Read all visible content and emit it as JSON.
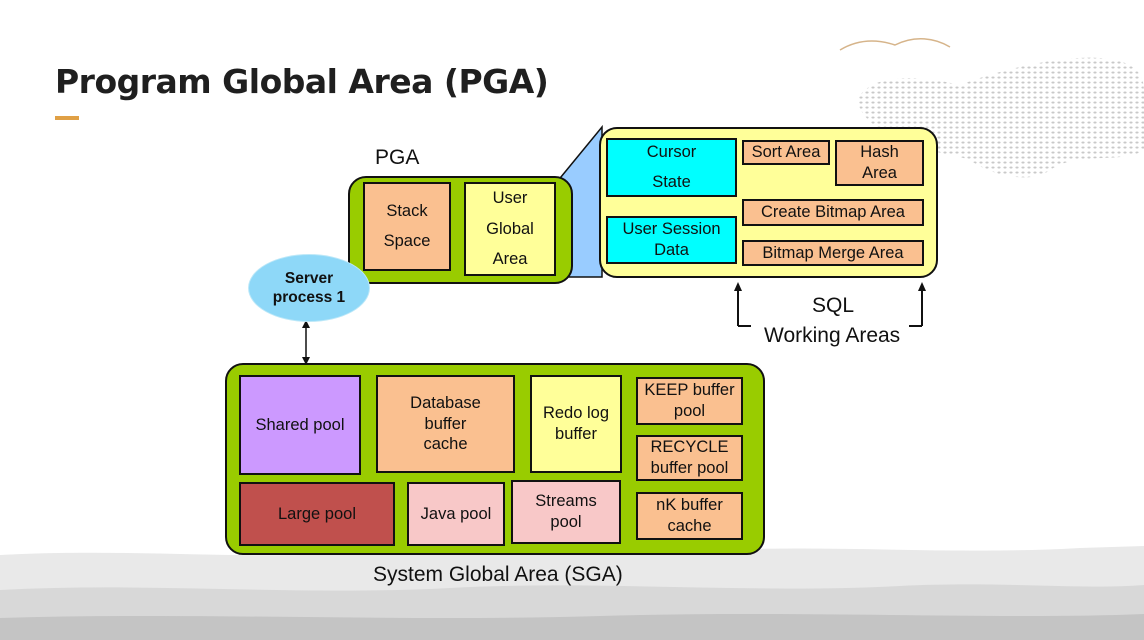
{
  "slide": {
    "title": "Program Global Area (PGA)"
  },
  "colors": {
    "accent": "#e0a045",
    "green": "#99cc00",
    "yellow": "#ffff99",
    "peach": "#fac090",
    "cyan": "#00ffff",
    "purple": "#cc99ff",
    "red": "#c0504d",
    "pink": "#f8c8c8",
    "light_blue": "#99ccff",
    "ellipse": "#8ed8f8"
  },
  "pga": {
    "label": "PGA",
    "stack_space": "Stack\nSpace",
    "user_global_area": "User\nGlobal\nArea"
  },
  "uga_detail": {
    "cursor_state": "Cursor\nState",
    "user_session_data": "User Session\nData",
    "sort_area": "Sort Area",
    "hash_area": "Hash\nArea",
    "create_bitmap_area": "Create Bitmap Area",
    "bitmap_merge_area": "Bitmap Merge Area"
  },
  "sql_working_areas": {
    "line1": "SQL",
    "line2": "Working Areas"
  },
  "server_process": {
    "label": "Server\nprocess 1"
  },
  "sga": {
    "label": "System Global Area (SGA)",
    "shared_pool": "Shared pool",
    "database_buffer_cache": "Database\nbuffer\ncache",
    "redo_log_buffer": "Redo log\nbuffer",
    "keep_buffer_pool": "KEEP buffer\npool",
    "recycle_buffer_pool": "RECYCLE\nbuffer pool",
    "nk_buffer_cache": "nK buffer\ncache",
    "large_pool": "Large pool",
    "java_pool": "Java pool",
    "streams_pool": "Streams\npool"
  }
}
